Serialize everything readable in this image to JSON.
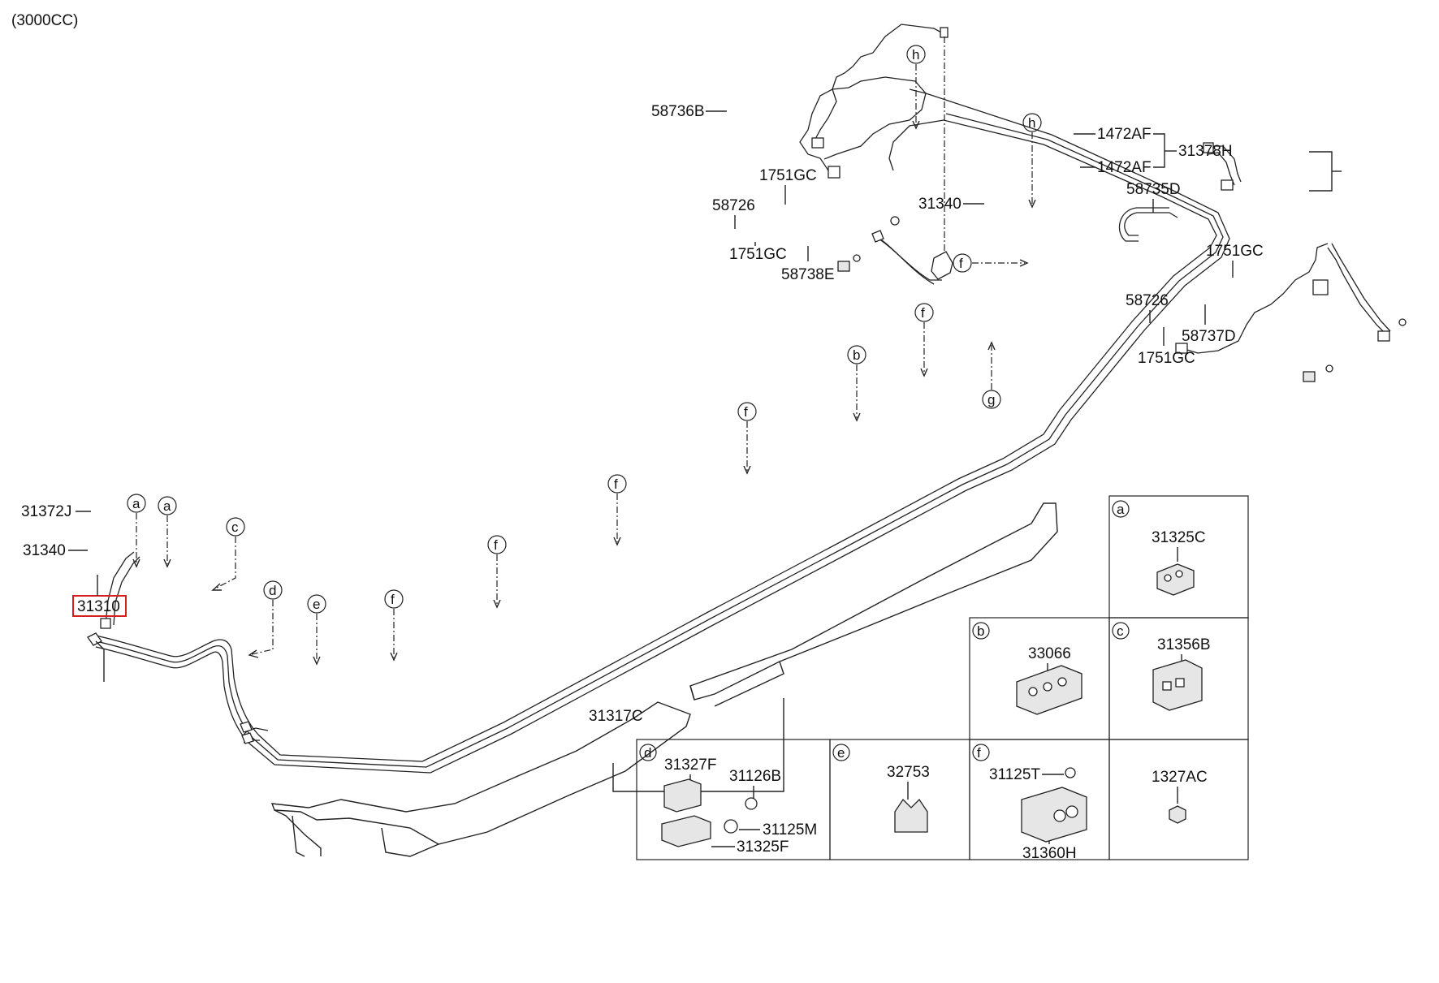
{
  "title": "(3000CC)",
  "labels": {
    "p58736B": "58736B",
    "p1751GC_top": "1751GC",
    "p58726_top": "58726",
    "p1751GC_mid": "1751GC",
    "p58738E": "58738E",
    "p1472AF_a": "1472AF",
    "p1472AF_b": "1472AF",
    "p31378H": "31378H",
    "p31340_top": "31340",
    "p58735D": "58735D",
    "p1751GC_right": "1751GC",
    "p58726_right": "58726",
    "p58737D": "58737D",
    "p1751GC_bot": "1751GC",
    "p31372J": "31372J",
    "p31340_left": "31340",
    "p31310": "31310",
    "p31317C": "31317C"
  },
  "callouts": {
    "h1": "h",
    "h2": "h",
    "f1": "f",
    "f2": "f",
    "b1": "b",
    "g1": "g",
    "f3": "f",
    "f4": "f",
    "f5": "f",
    "f6": "f",
    "a1": "a",
    "a2": "a",
    "c1": "c",
    "d1": "d",
    "e1": "e"
  },
  "legend": {
    "a": {
      "letter": "a",
      "part": "31325C"
    },
    "b": {
      "letter": "b",
      "part": "33066"
    },
    "c": {
      "letter": "c",
      "part": "31356B"
    },
    "d": {
      "letter": "d",
      "part1": "31327F",
      "part2": "31126B",
      "part3": "31125M",
      "part4": "31325F"
    },
    "e": {
      "letter": "e",
      "part": "32753"
    },
    "f": {
      "letter": "f",
      "part1": "31125T",
      "part2": "31360H"
    },
    "g": {
      "part": "1327AC"
    }
  },
  "colors": {
    "highlight": "#d42020",
    "ink": "#222222"
  }
}
